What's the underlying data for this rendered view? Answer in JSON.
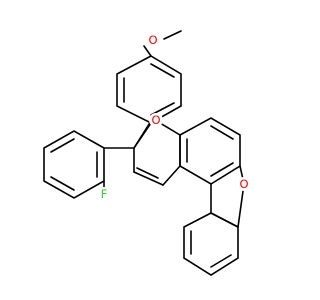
{
  "molecule": {
    "atom_labels": {
      "methoxy_oxygen": "O",
      "methyl": "",
      "pyran_oxygen": "O",
      "furan_oxygen": "O",
      "fluorine": "F"
    },
    "colors": {
      "bond": "#000000",
      "oxygen": "#ff0000",
      "fluorine": "#33cc33"
    }
  }
}
